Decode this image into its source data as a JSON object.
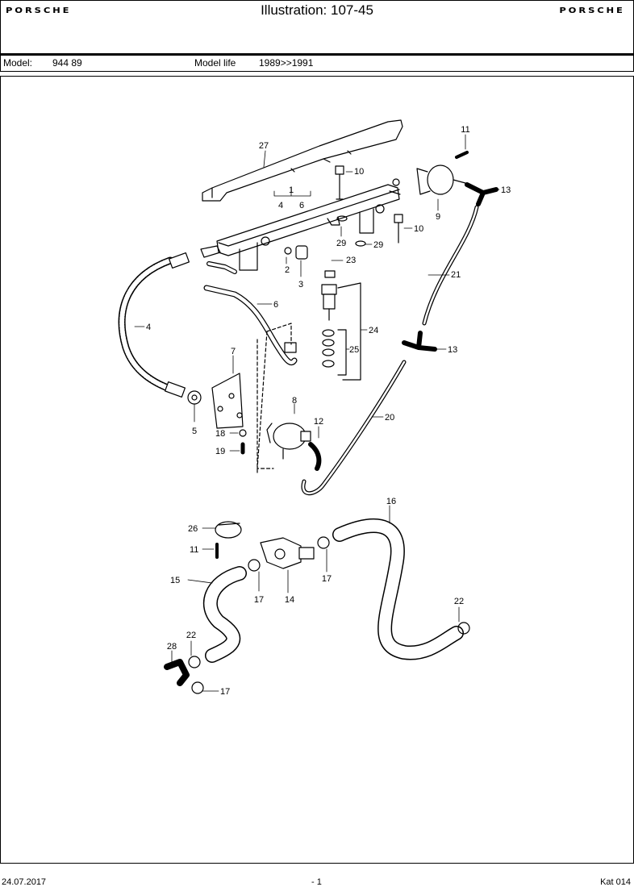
{
  "header": {
    "logo_left": "PORSCHE",
    "title": "Illustration: 107-45",
    "logo_right": "PORSCHE"
  },
  "model_bar": {
    "model_label": "Model:",
    "model_value": "944 89",
    "life_label": "Model life",
    "life_value": "1989>>1991"
  },
  "callouts": {
    "c1": "1",
    "c2": "2",
    "c3": "3",
    "c4": "4",
    "c4b": "4",
    "c5": "5",
    "c6": "6",
    "c6b": "6",
    "c7": "7",
    "c8": "8",
    "c9": "9",
    "c10a": "10",
    "c10b": "10",
    "c11a": "11",
    "c11b": "11",
    "c12": "12",
    "c13a": "13",
    "c13b": "13",
    "c14": "14",
    "c15": "15",
    "c16": "16",
    "c17a": "17",
    "c17b": "17",
    "c17c": "17",
    "c18": "18",
    "c19": "19",
    "c20": "20",
    "c21": "21",
    "c22a": "22",
    "c22b": "22",
    "c23": "23",
    "c24": "24",
    "c25": "25",
    "c26": "26",
    "c27": "27",
    "c28": "28",
    "c29a": "29",
    "c29b": "29"
  },
  "footer": {
    "date": "24.07.2017",
    "page": "- 1",
    "catalog": "Kat 014"
  }
}
